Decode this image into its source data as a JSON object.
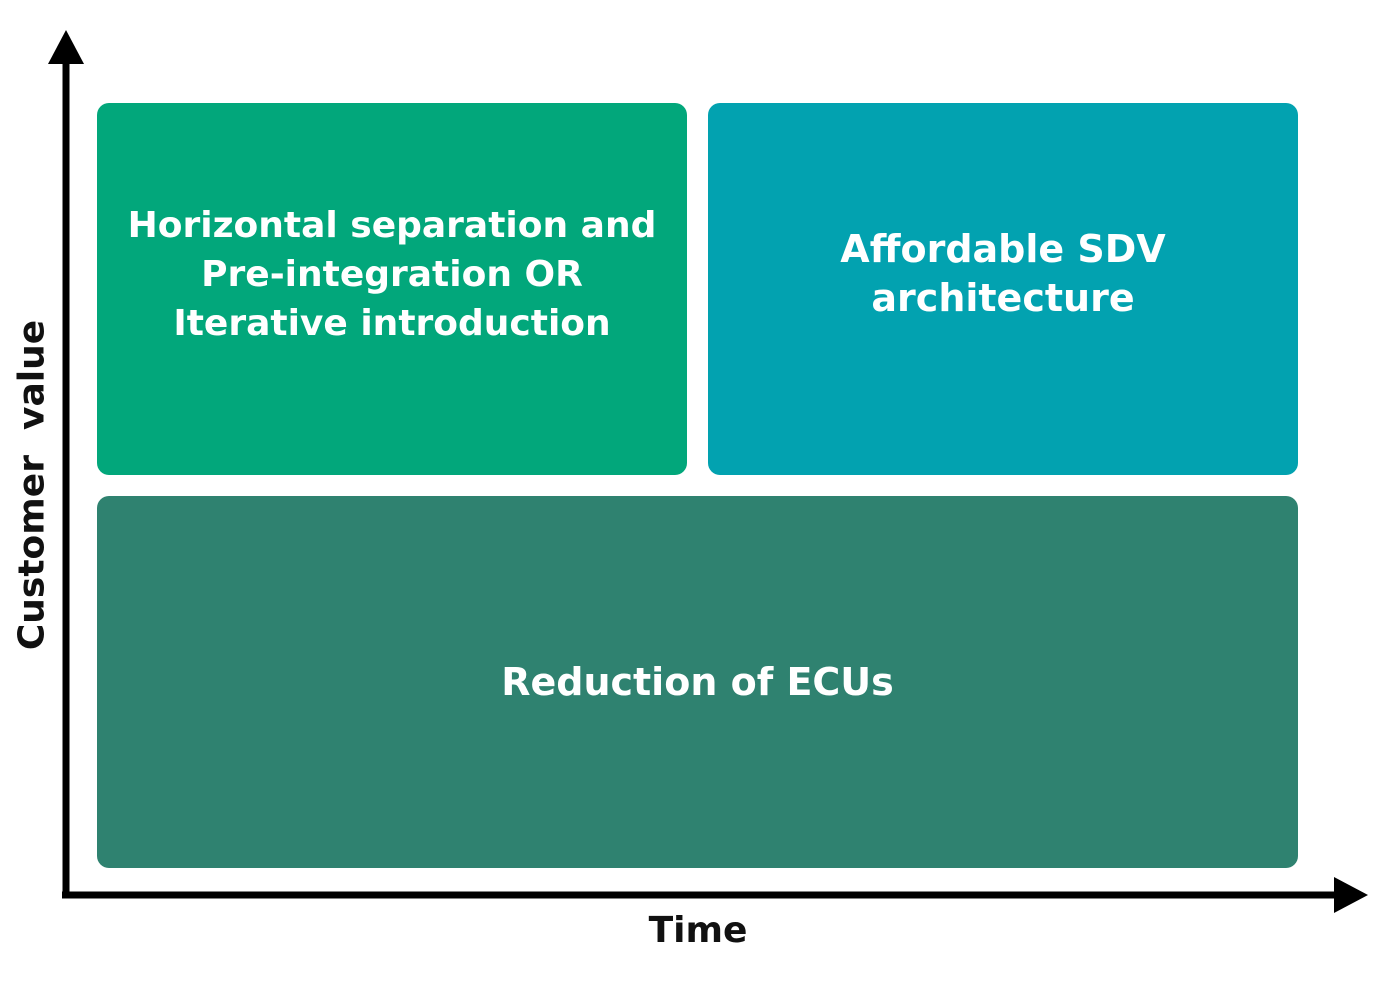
{
  "diagram": {
    "boxes": [
      {
        "label": "Horizontal separation and\nPre-integration OR\nIterative introduction",
        "color": "#02a77b"
      },
      {
        "label": "Affordable SDV\narchitecture",
        "color": "#02a2b0"
      },
      {
        "label": "Reduction of ECUs",
        "color": "#2f8270"
      }
    ],
    "x_axis_label": "Time",
    "y_axis_label": "Customer  value",
    "axis_color": "#000000"
  }
}
